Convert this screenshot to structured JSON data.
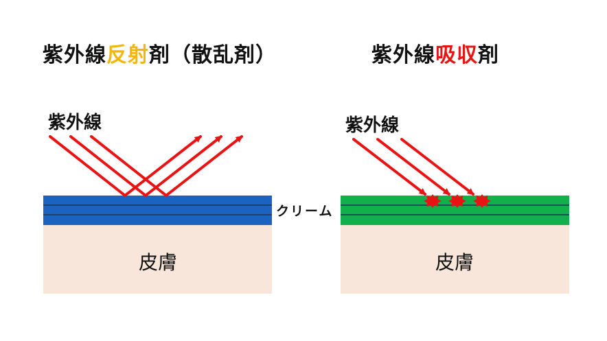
{
  "left_panel": {
    "title_pre": "紫外線",
    "title_accent": "反射",
    "title_post": "剤（散乱剤）",
    "uv_label": "紫外線",
    "skin_label": "皮膚"
  },
  "right_panel": {
    "title_pre": "紫外線",
    "title_accent": "吸収",
    "title_post": "剤",
    "uv_label": "紫外線",
    "skin_label": "皮膚"
  },
  "cream_label": "クリーム",
  "colors": {
    "reflect_accent": "#f2b70a",
    "absorb_accent": "#e81414",
    "arrow": "#e81414",
    "cream_reflect": "#1a63c0",
    "cream_absorb": "#12b04a",
    "skin": "#f9e6da",
    "layer_line": "#1d3554"
  }
}
